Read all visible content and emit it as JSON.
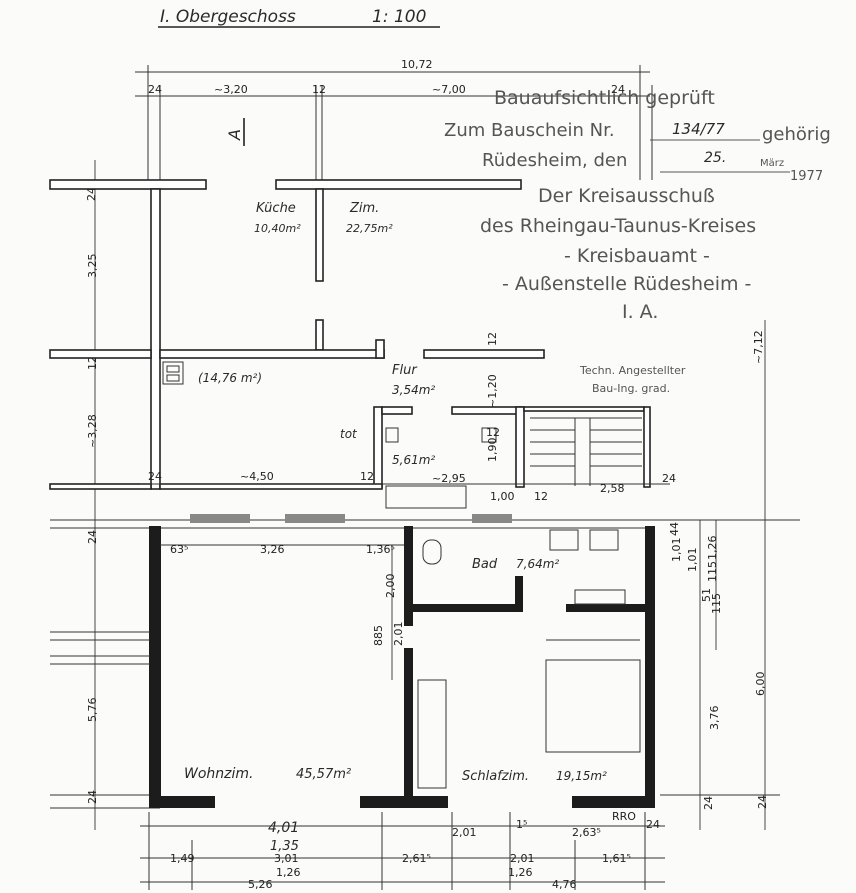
{
  "title": "I. Obergeschoss",
  "scale": "1: 100",
  "stamp": {
    "line1": "Bauaufsichtlich geprüft",
    "line2": "Zum Bauschein Nr.",
    "bauschein_nr": "134/77",
    "line2_suffix": "gehörig",
    "line3": "Rüdesheim, den",
    "date_day": "25.",
    "date_month": "März",
    "date_year": "1977",
    "line4": "Der Kreisausschuß",
    "line5": "des Rheingau-Taunus-Kreises",
    "line6": "- Kreisbauamt -",
    "line7": "- Außenstelle Rüdesheim -",
    "line8": "I. A.",
    "signer1": "Techn. Angestellter",
    "signer2": "Bau-Ing. grad."
  },
  "section_marker": "A",
  "rooms": {
    "kueche": {
      "name": "Küche",
      "area": "10,40m²"
    },
    "zimmer": {
      "name": "Zim.",
      "area": "22,75m²"
    },
    "unnamed": {
      "area": "(14,76 m²)"
    },
    "flur": {
      "name": "Flur",
      "area": "3,54m²"
    },
    "wc": {
      "label": "tot",
      "area": "5,61m²"
    },
    "bad": {
      "name": "Bad",
      "area": "7,64m²"
    },
    "wohnzimmer": {
      "name": "Wohnzim.",
      "area": "45,57m²"
    },
    "schlafzimmer": {
      "name": "Schlafzim.",
      "area": "19,15m²"
    }
  },
  "dimensions": {
    "top_total": "10,72",
    "top_24a": "24",
    "top_320": "~3,20",
    "top_12": "12",
    "top_700": "~7,00",
    "top_24b": "24",
    "left_24a": "24",
    "left_325": "3,25",
    "left_12": "12",
    "left_328": "~3,28",
    "left_24b": "24",
    "left_576": "5,76",
    "left_24c": "24",
    "mid_24": "24",
    "mid_450": "~4,50",
    "mid_12a": "12",
    "mid_295": "~2,95",
    "mid_12b": "12",
    "mid_100": "1,00",
    "mid_12c": "12",
    "mid_258": "2,58",
    "mid_24b": "24",
    "flur_120": "~1,20",
    "flur_12": "12",
    "wc_190": "1,90",
    "right_712": "~7,12",
    "right_600": "6,00",
    "right_376": "3,76",
    "right_24a": "24",
    "right_24b": "24",
    "right_126": "1,26",
    "right_101": "1,01",
    "right_101b": "1,01",
    "right_115": "115",
    "right_51": "51",
    "right_115b": "115",
    "right_44": "44",
    "wz_635": "63⁵",
    "wz_326": "3,26",
    "wz_136": "1,36⁵",
    "wz_200": "2,00",
    "wz_885": "885",
    "wz_201": "2,01",
    "bottom_401": "4,01",
    "bottom_135": "1,35",
    "bottom_201a": "2,01",
    "bottom_15": "1⁵",
    "bottom_2635": "2,63⁵",
    "bottom_rro": "RRO",
    "bottom_24": "24",
    "bottom_149": "1,49",
    "bottom_301": "3,01",
    "bottom_126a": "1,26",
    "bottom_2615": "2,61⁵",
    "bottom_201b": "2,01",
    "bottom_126b": "1,26",
    "bottom_1615": "1,61⁵",
    "bottom_526": "5,26",
    "bottom_476": "4,76"
  }
}
